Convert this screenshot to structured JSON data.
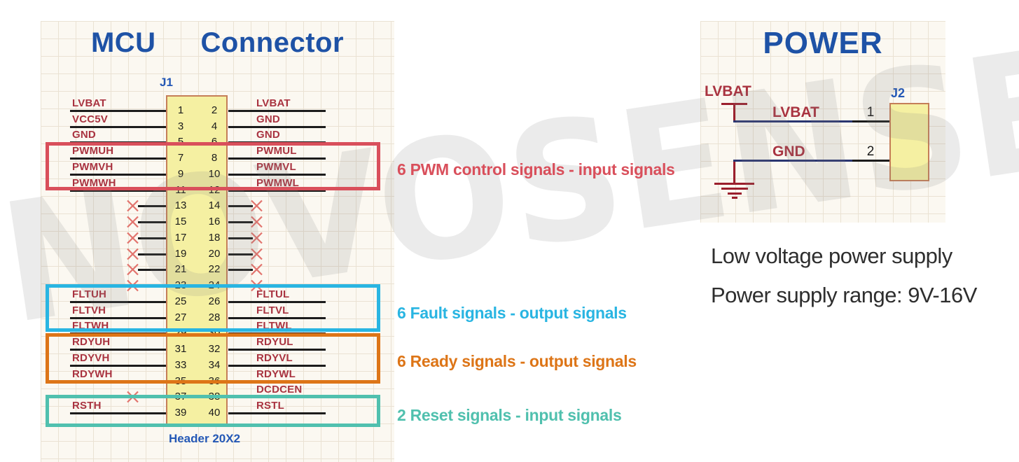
{
  "watermark_text": "NOVOSENSE",
  "mcu_connector": {
    "title": [
      "MCU",
      "Connector"
    ],
    "designator": "J1",
    "footprint": "Header 20X2",
    "rows": [
      {
        "pins": [
          "1",
          "2"
        ],
        "left": "LVBAT",
        "right": "LVBAT"
      },
      {
        "pins": [
          "3",
          "4"
        ],
        "left": "VCC5V",
        "right": "GND"
      },
      {
        "pins": [
          "5",
          "6"
        ],
        "left": "GND",
        "right": "GND"
      },
      {
        "pins": [
          "7",
          "8"
        ],
        "left": "PWMUH",
        "right": "PWMUL"
      },
      {
        "pins": [
          "9",
          "10"
        ],
        "left": "PWMVH",
        "right": "PWMVL"
      },
      {
        "pins": [
          "11",
          "12"
        ],
        "left": "PWMWH",
        "right": "PWMWL"
      },
      {
        "pins": [
          "13",
          "14"
        ],
        "left": null,
        "right": null
      },
      {
        "pins": [
          "15",
          "16"
        ],
        "left": null,
        "right": null
      },
      {
        "pins": [
          "17",
          "18"
        ],
        "left": null,
        "right": null
      },
      {
        "pins": [
          "19",
          "20"
        ],
        "left": null,
        "right": null
      },
      {
        "pins": [
          "21",
          "22"
        ],
        "left": null,
        "right": null
      },
      {
        "pins": [
          "23",
          "24"
        ],
        "left": null,
        "right": null
      },
      {
        "pins": [
          "25",
          "26"
        ],
        "left": "FLTUH",
        "right": "FLTUL"
      },
      {
        "pins": [
          "27",
          "28"
        ],
        "left": "FLTVH",
        "right": "FLTVL"
      },
      {
        "pins": [
          "29",
          "30"
        ],
        "left": "FLTWH",
        "right": "FLTWL"
      },
      {
        "pins": [
          "31",
          "32"
        ],
        "left": "RDYUH",
        "right": "RDYUL"
      },
      {
        "pins": [
          "33",
          "34"
        ],
        "left": "RDYVH",
        "right": "RDYVL"
      },
      {
        "pins": [
          "35",
          "36"
        ],
        "left": "RDYWH",
        "right": "RDYWL"
      },
      {
        "pins": [
          "37",
          "38"
        ],
        "left": null,
        "right": "DCDCEN"
      },
      {
        "pins": [
          "39",
          "40"
        ],
        "left": "RSTH",
        "right": "RSTL"
      }
    ],
    "groups": [
      {
        "annotation": "6 PWM control signals - input signals",
        "color": "#d94f5b"
      },
      {
        "annotation": "6 Fault signals - output signals",
        "color": "#29b5e2"
      },
      {
        "annotation": "6 Ready signals - output signals",
        "color": "#dd7517"
      },
      {
        "annotation": "2 Reset signals - input signals",
        "color": "#50c0ae"
      }
    ]
  },
  "power": {
    "title": "POWER",
    "designator": "J2",
    "supply_symbol_label": "LVBAT",
    "pins": [
      {
        "number": "1",
        "net": "LVBAT"
      },
      {
        "number": "2",
        "net": "GND"
      }
    ],
    "notes": [
      "Low voltage power supply",
      "Power supply range: 9V-16V"
    ]
  },
  "colors": {
    "title_blue": "#1e52a6",
    "designator_blue": "#2458b6",
    "net_label_red": "#a93340",
    "wire_black": "#1c1c1c",
    "wire_navy": "#2a3570",
    "power_symbol_red": "#9b1f2d",
    "connector_fill_yellow": "#f5f0a2",
    "connector_border": "#c57e58",
    "no_connect_red": "#e2736d"
  }
}
